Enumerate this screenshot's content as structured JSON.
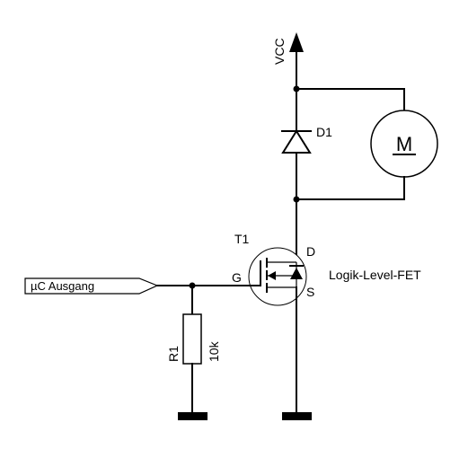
{
  "labels": {
    "vcc": "VCC",
    "diode": "D1",
    "motor": "M",
    "transistor": "T1",
    "drain": "D",
    "gate": "G",
    "source": "S",
    "fet_type": "Logik-Level-FET",
    "input": "µC Ausgang",
    "resistor": "R1",
    "resistor_value": "10k"
  }
}
